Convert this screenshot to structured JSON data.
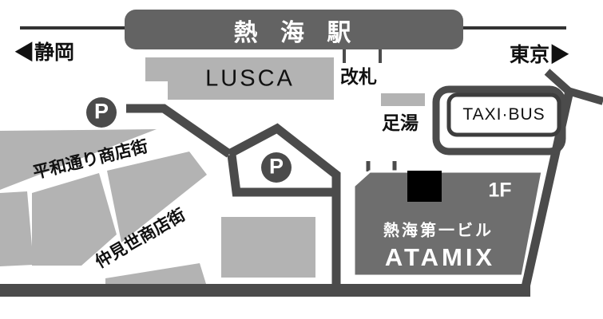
{
  "station": {
    "name": "熱 海 駅"
  },
  "directions": {
    "west": {
      "arrow": "◀",
      "label": "静岡"
    },
    "east": {
      "label": "東京",
      "arrow": "▶"
    }
  },
  "station_area": {
    "lusca": "LUSCA",
    "ticket_gate": "改札",
    "foot_bath": "足湯",
    "taxi_bus": "TAXI·BUS",
    "parking": "P"
  },
  "streets": {
    "heiwa": "平和通り商店街",
    "nakamise": "仲見世商店街"
  },
  "building": {
    "floor": "1F",
    "name_jp": "熱海第一ビル",
    "name_en": "ATAMIX"
  },
  "colors": {
    "road": "#4b4b4b",
    "rail": "#333333",
    "station": "#636363",
    "block": "#b3b3b3",
    "building": "#6e6e6e",
    "marker": "#000000",
    "box_border": "#3d3d3d"
  }
}
